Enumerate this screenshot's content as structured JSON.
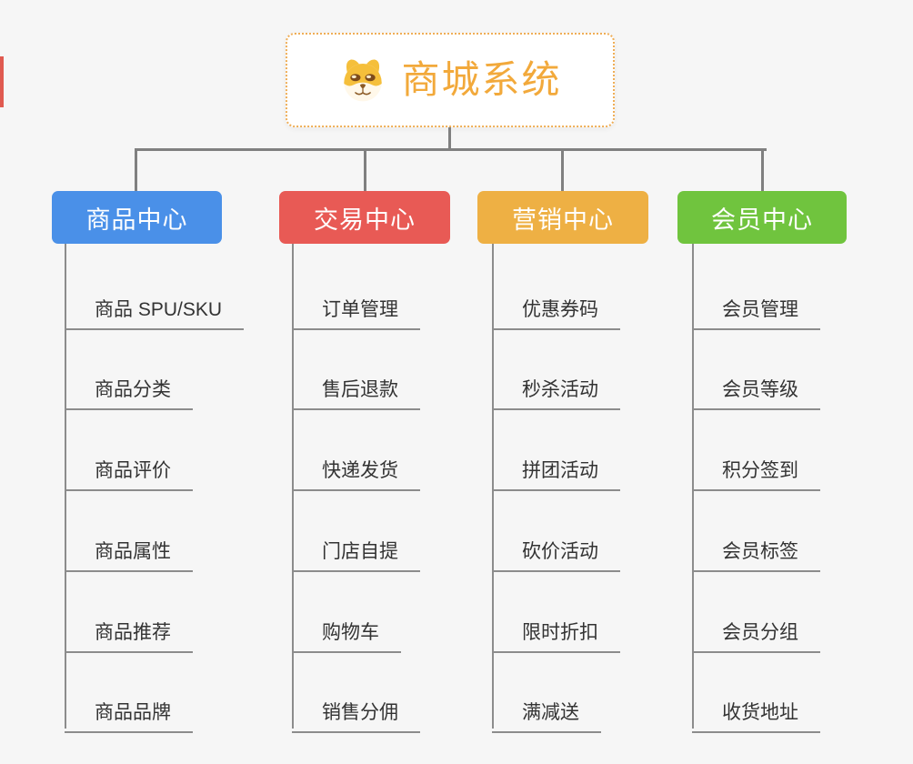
{
  "page": {
    "background": "#f6f6f6",
    "connector_color": "#808080",
    "leaf_line_color": "#8c8c8c",
    "leaf_text_color": "#333333"
  },
  "root": {
    "title": "商城系统",
    "icon": "shiba-doge-icon",
    "accent_color": "#f2a93b",
    "border_color": "#efae57",
    "background": "#ffffff"
  },
  "branches": [
    {
      "label": "商品中心",
      "color": "#4a90e8",
      "children": [
        "商品 SPU/SKU",
        "商品分类",
        "商品评价",
        "商品属性",
        "商品推荐",
        "商品品牌"
      ]
    },
    {
      "label": "交易中心",
      "color": "#e85a55",
      "children": [
        "订单管理",
        "售后退款",
        "快递发货",
        "门店自提",
        "购物车",
        "销售分佣"
      ]
    },
    {
      "label": "营销中心",
      "color": "#eeb044",
      "children": [
        "优惠券码",
        "秒杀活动",
        "拼团活动",
        "砍价活动",
        "限时折扣",
        "满减送"
      ]
    },
    {
      "label": "会员中心",
      "color": "#70c43e",
      "children": [
        "会员管理",
        "会员等级",
        "积分签到",
        "会员标签",
        "会员分组",
        "收货地址"
      ]
    }
  ]
}
